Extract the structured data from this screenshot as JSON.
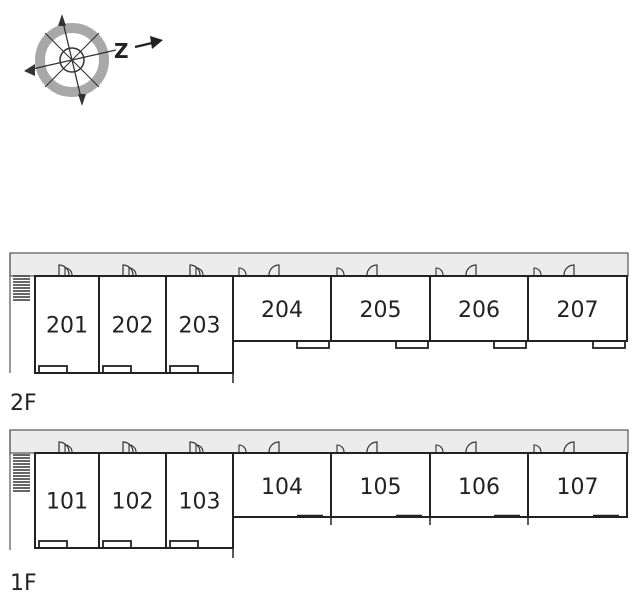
{
  "compass": {
    "letter": "Z"
  },
  "floors": [
    {
      "label": "2F",
      "units": [
        "201",
        "202",
        "203",
        "204",
        "205",
        "206",
        "207"
      ]
    },
    {
      "label": "1F",
      "units": [
        "101",
        "102",
        "103",
        "104",
        "105",
        "106",
        "107"
      ]
    }
  ]
}
